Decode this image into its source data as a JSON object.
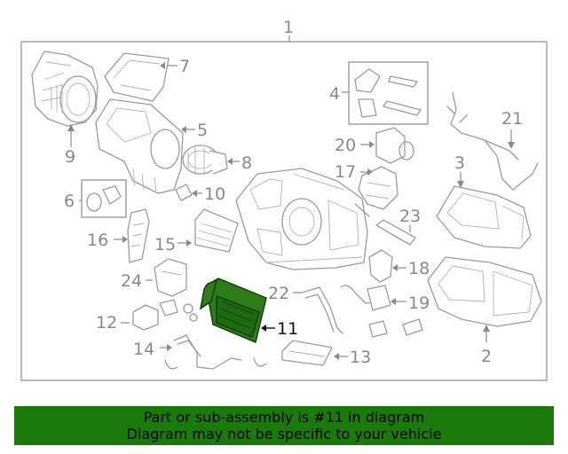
{
  "diagram": {
    "callouts": {
      "c1": "1",
      "c2": "2",
      "c3": "3",
      "c4": "4",
      "c5": "5",
      "c6": "6",
      "c7": "7",
      "c8": "8",
      "c9": "9",
      "c10": "10",
      "c11": "11",
      "c12": "12",
      "c13": "13",
      "c14": "14",
      "c15": "15",
      "c16": "16",
      "c17": "17",
      "c18": "18",
      "c19": "19",
      "c20": "20",
      "c21": "21",
      "c22": "22",
      "c23": "23",
      "c24": "24"
    },
    "highlighted_part": "11",
    "highlight_color": "#1f6b12"
  },
  "banner": {
    "line1": "Part or sub-assembly is #11 in diagram",
    "line2": "Diagram may not be specific to your vehicle",
    "background": "#1a7a0a"
  }
}
